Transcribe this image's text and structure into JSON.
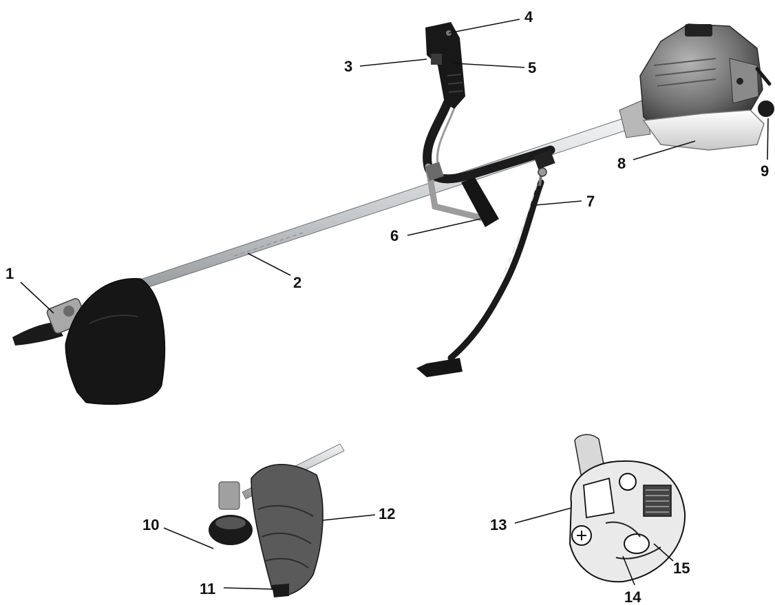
{
  "callouts": {
    "c1": "1",
    "c2": "2",
    "c3": "3",
    "c4": "4",
    "c5": "5",
    "c6": "6",
    "c7": "7",
    "c8": "8",
    "c9": "9",
    "c10": "10",
    "c11": "11",
    "c12": "12",
    "c13": "13",
    "c14": "14",
    "c15": "15"
  },
  "colors": {
    "ink": "#111111",
    "shaft": "#cfd2d4",
    "engine": "#7a7a7a",
    "tank": "#e8e8e8",
    "guard": "#1a1a1a"
  }
}
